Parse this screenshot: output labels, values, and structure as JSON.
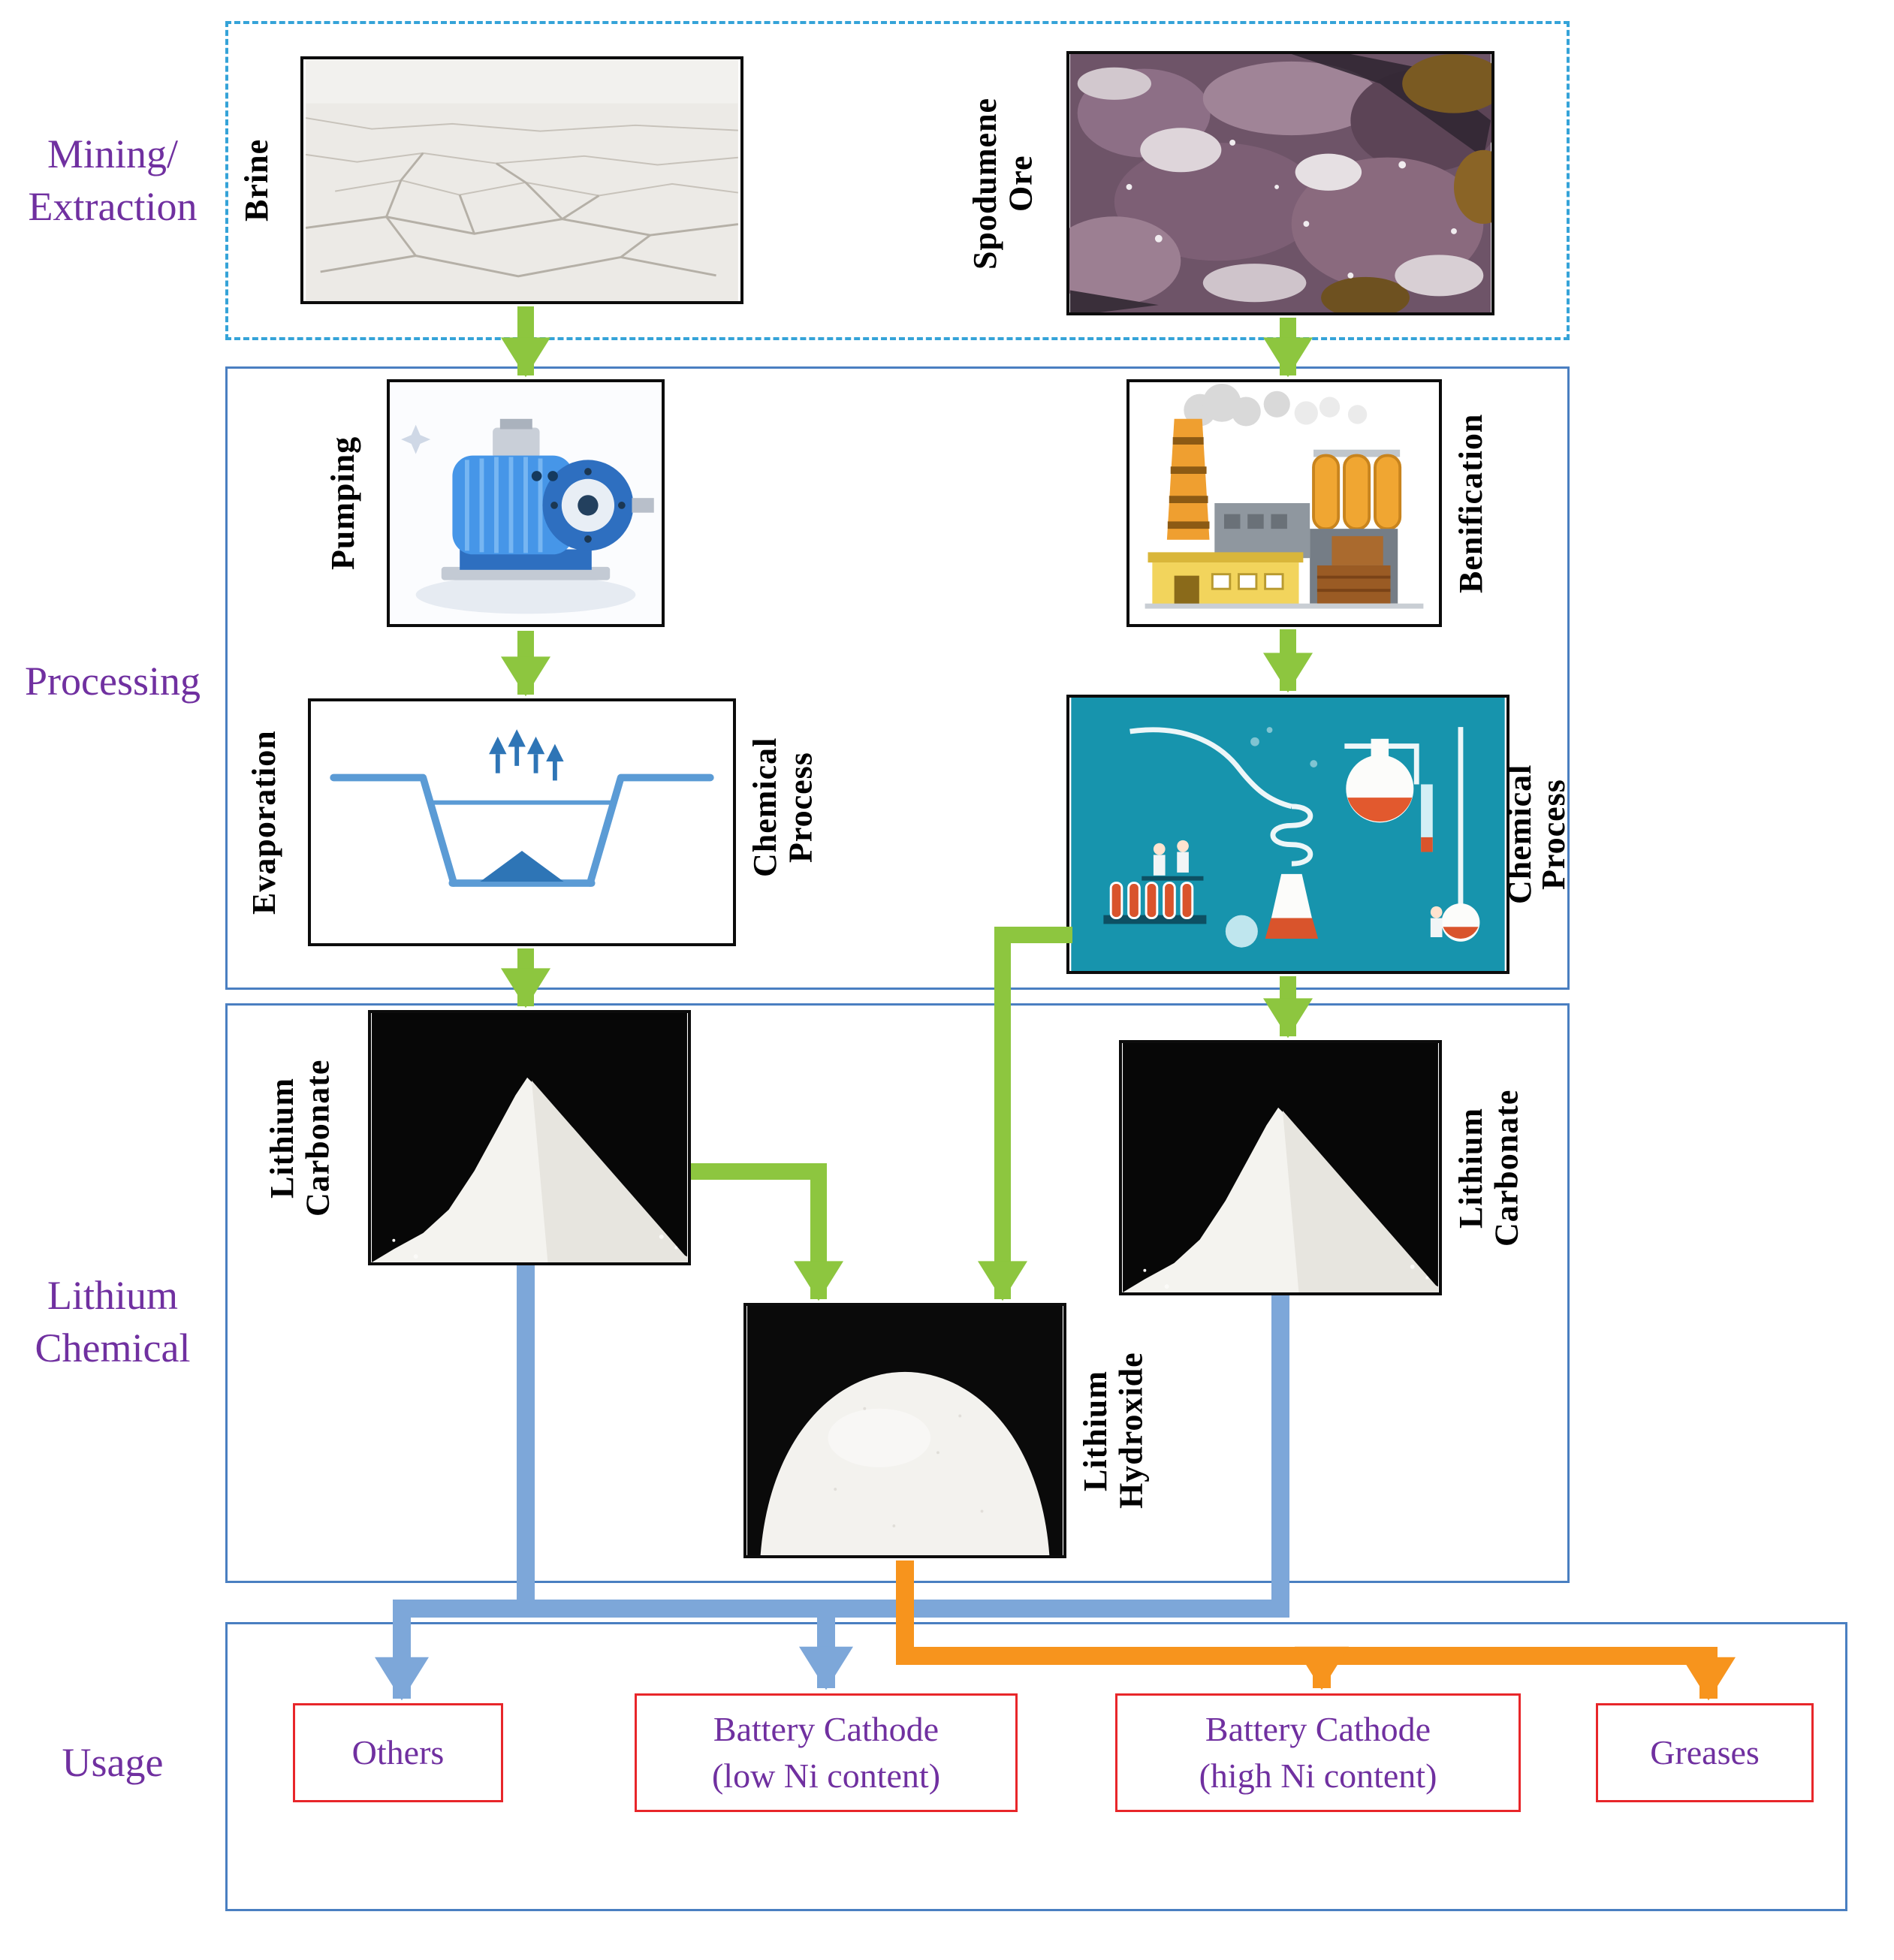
{
  "sections": {
    "mining": {
      "line1": "Mining/",
      "line2": "Extraction"
    },
    "processing": {
      "label": "Processing"
    },
    "lithium_chemical": {
      "line1": "Lithium",
      "line2": "Chemical"
    },
    "usage": {
      "label": "Usage"
    }
  },
  "nodes": {
    "brine": {
      "label": "Brine"
    },
    "spodumene": {
      "line1": "Spodumene",
      "line2": "Ore"
    },
    "pumping": {
      "label": "Pumping"
    },
    "benification": {
      "label": "Benification"
    },
    "evaporation": {
      "label": "Evaporation"
    },
    "chemical_process_left": {
      "line1": "Chemical",
      "line2": "Process"
    },
    "chemical_process_right": {
      "line1": "Chemical",
      "line2": "Process"
    },
    "lithium_carbonate_left": {
      "line1": "Lithium",
      "line2": "Carbonate"
    },
    "lithium_carbonate_right": {
      "line1": "Lithium",
      "line2": "Carbonate"
    },
    "lithium_hydroxide": {
      "line1": "Lithium",
      "line2": "Hydroxide"
    }
  },
  "usage_boxes": {
    "others": {
      "label": "Others"
    },
    "battery_low": {
      "line1": "Battery Cathode",
      "line2": "(low Ni content)"
    },
    "battery_high": {
      "line1": "Battery Cathode",
      "line2": "(high Ni content)"
    },
    "greases": {
      "label": "Greases"
    }
  },
  "colors": {
    "flow_green": "#8dc63f",
    "flow_blue": "#7da7d9",
    "flow_orange": "#f7941d",
    "section_label_purple": "#7030a0",
    "usage_border_red": "#e8262a",
    "container_border_blue": "#4a7fc1",
    "mining_border_dashed_blue": "#35a3d8"
  }
}
